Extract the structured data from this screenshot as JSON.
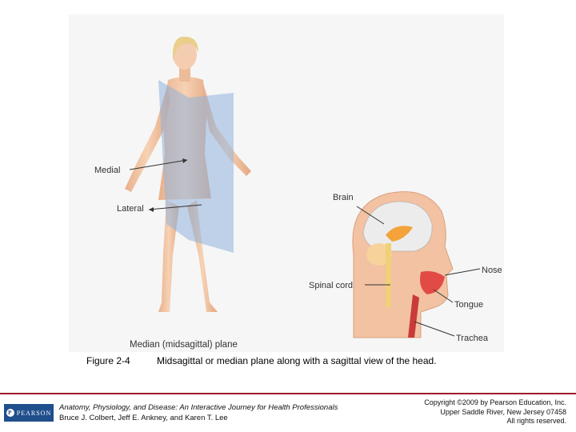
{
  "figure": {
    "labels": {
      "medial": "Medial",
      "lateral": "Lateral",
      "median_plane": "Median (midsagittal) plane",
      "brain": "Brain",
      "spinal_cord": "Spinal cord",
      "nose": "Nose",
      "tongue": "Tongue",
      "trachea": "Trachea"
    }
  },
  "caption": {
    "number": "Figure 2-4",
    "text": "Midsagittal or median plane along with a sagittal view of the head."
  },
  "footer": {
    "publisher_logo": "PEARSON",
    "book_title": "Anatomy, Physiology, and Disease: An Interactive Journey for Health Professionals",
    "authors": "Bruce J. Colbert, Jeff E. Ankney, and Karen T. Lee",
    "copyright_lines": [
      "Copyright ©2009 by Pearson Education, Inc.",
      "Upper Saddle River, New Jersey 07458",
      "All rights reserved."
    ]
  },
  "colors": {
    "skin": "#f2c7a6",
    "plane": "#8fb3dc",
    "accent_line": "#9c1c2a",
    "logo_bg": "#1f4f8c"
  }
}
